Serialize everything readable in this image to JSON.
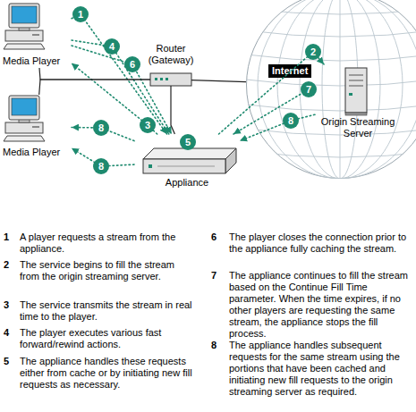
{
  "diagram": {
    "nodes": [
      {
        "text": [
          "Media Player"
        ]
      },
      {
        "text": [
          "Media Player"
        ]
      },
      {
        "text": [
          "Router (Gateway)"
        ]
      },
      {
        "text": [
          "Appliance"
        ]
      },
      {
        "text": [
          "Internet"
        ]
      },
      {
        "text": [
          "Origin Streaming Server"
        ],
        "in": 4
      }
    ],
    "edges": [
      {
        "from": 0,
        "to": 3,
        "label": "1",
        "arrow": "to"
      },
      {
        "from": 3,
        "to": 5,
        "label": "2",
        "arrow": "to"
      },
      {
        "from": 3,
        "to": 0,
        "label": "3",
        "arrow": "to"
      },
      {
        "from": 0,
        "to": 3,
        "label": "4",
        "arrow": "to"
      },
      {
        "from": 0,
        "to": 3,
        "label": "6",
        "arrow": "to"
      },
      {
        "from": 5,
        "to": 3,
        "label": "7",
        "arrow": "to"
      },
      {
        "from": 5,
        "to": 3,
        "label": "8",
        "arrow": "to"
      },
      {
        "from": 3,
        "to": 1,
        "label": "8",
        "arrow": "to"
      },
      {
        "from": 3,
        "to": 1,
        "label": "8",
        "arrow": "to"
      },
      {
        "from": 0,
        "to": 2,
        "arrow": "none"
      },
      {
        "from": 1,
        "to": 2,
        "arrow": "none"
      },
      {
        "from": 2,
        "to": 3,
        "arrow": "none"
      },
      {
        "from": 2,
        "to": 4,
        "arrow": "none"
      }
    ],
    "labels": [
      "5",
      "1",
      "A player requests a stream from the appliance.",
      "2",
      "The service begins to fill the stream from the origin streaming server.",
      "3",
      "The service transmits the stream in real time to the player.",
      "4",
      "The player executes various fast forward/rewind actions.",
      "5",
      "The appliance handles these requests either from cache or by initiating new fill requests as necessary.",
      "6",
      "The player closes the connection prior to the appliance fully caching the stream.",
      "7",
      "The appliance continues to fill the stream based on the Continue Fill Time parameter. When the time expires, if no other players are requesting the same stream, the appliance stops the fill process.",
      "8",
      "The appliance handles subsequent requests for the same stream using the portions that have been cached and initiating new fill requests to the origin streaming server as required."
    ]
  }
}
